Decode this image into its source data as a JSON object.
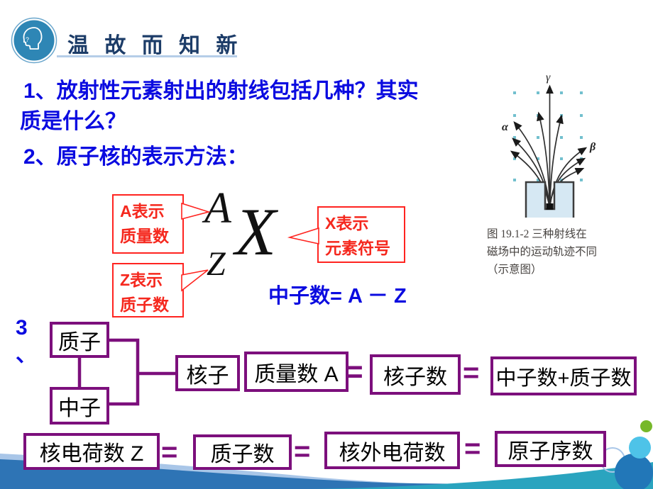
{
  "header": {
    "title": "温 故 而 知 新"
  },
  "questions": {
    "q1_line1": "1、放射性元素射出的射线包括几种？其实",
    "q1_line2": "质是什么？",
    "q2": "2、原子核的表示方法："
  },
  "notation": {
    "letter_a": "A",
    "letter_x": "X",
    "letter_z": "Z",
    "mass_callout": {
      "line1": "A表示",
      "line2": "质量数"
    },
    "symbol_callout": {
      "line1": "X表示",
      "line2": "元素符号"
    },
    "proton_callout": {
      "line1": "Z表示",
      "line2": "质子数"
    },
    "neutron_formula": "中子数= A － Z"
  },
  "figure": {
    "gamma_label": "γ",
    "alpha_label": "α",
    "beta_label": "β",
    "caption_line1": "图 19.1-2  三种射线在",
    "caption_line2": "磁场中的运动轨迹不同",
    "caption_line3": "（示意图）"
  },
  "section3": {
    "number": "3",
    "pause_mark": "、",
    "proton": "质子",
    "neutron": "中子",
    "nucleon": "核子",
    "equals": "=",
    "mass_number": "质量数 A",
    "nucleon_count": "核子数",
    "neutron_plus_proton": "中子数+质子数",
    "nuclear_charge": "核电荷数 Z",
    "proton_count": "质子数",
    "outer_electron_charge": "核外电荷数",
    "atomic_number": "原子序数"
  },
  "colors": {
    "question_blue": "#0b0be0",
    "callout_red": "#f5281e",
    "box_purple": "#7c0f7c",
    "title_navy": "#1c3c68",
    "icon_blue": "#2e86b5",
    "wave_blue": "#2e74b5",
    "wave_teal": "#2aa4bf",
    "wave_light": "#a9c6e8",
    "circle_green": "#76b82a",
    "circle_cyan": "#4ec3e8",
    "circle_blue": "#2277b8"
  }
}
